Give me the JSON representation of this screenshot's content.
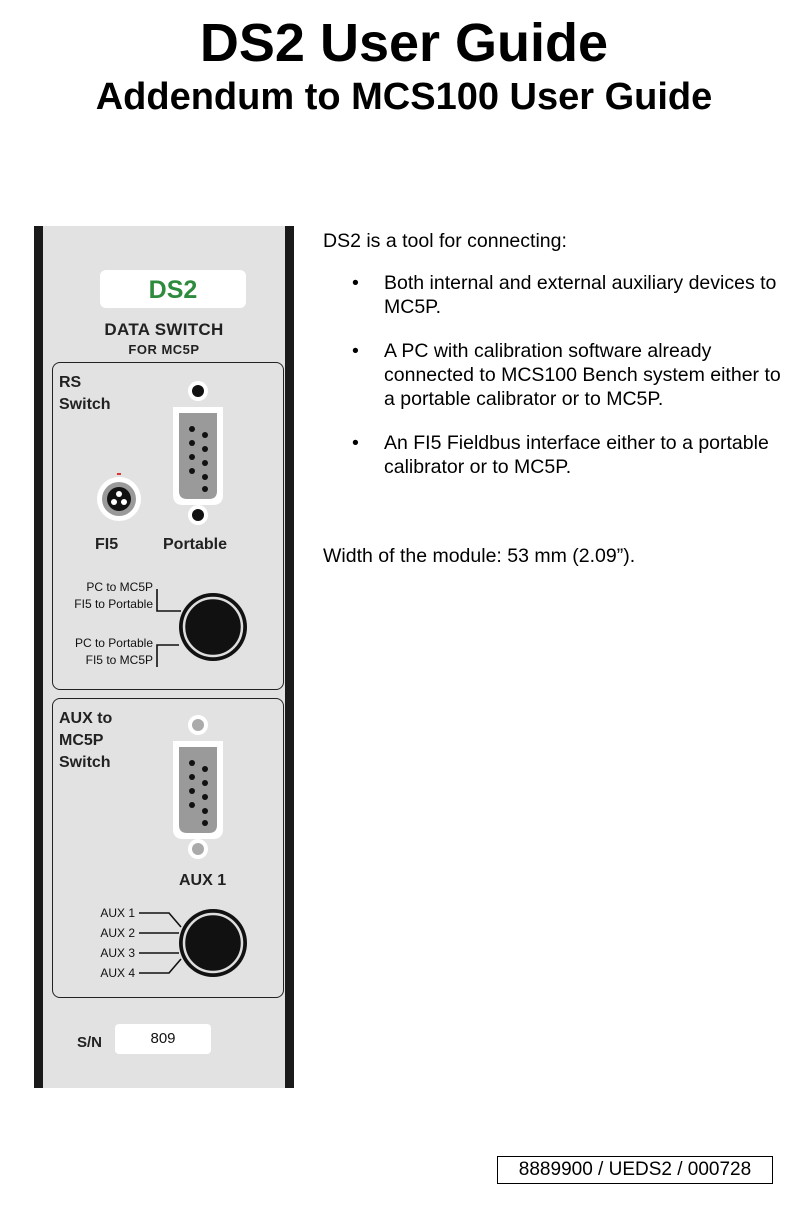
{
  "header": {
    "title": "DS2 User Guide",
    "subtitle": "Addendum to MCS100 User Guide"
  },
  "module": {
    "logo": "DS2",
    "name_line1": "DATA SWITCH",
    "name_line2": "FOR MC5P",
    "rs_section": {
      "label_line1": "RS",
      "label_line2": "Switch",
      "fi5_label": "FI5",
      "portable_label": "Portable",
      "switch_positions": [
        "PC to MC5P",
        "FI5 to Portable",
        "PC to Portable",
        "FI5 to MC5P"
      ]
    },
    "aux_section": {
      "label_line1": "AUX to",
      "label_line2": "MC5P",
      "label_line3": "Switch",
      "connector_label": "AUX 1",
      "switch_positions": [
        "AUX 1",
        "AUX 2",
        "AUX 3",
        "AUX 4"
      ]
    },
    "serial": {
      "label": "S/N",
      "value": "809"
    }
  },
  "content": {
    "intro": "DS2 is a tool for connecting:",
    "bullets": [
      "Both internal and external auxiliary devices to MC5P.",
      "A PC with calibration software already connected to MCS100 Bench system either to a portable calibrator or to MC5P.",
      "An FI5 Fieldbus interface either to a portable calibrator or to MC5P."
    ],
    "bullet_symbol": "•",
    "width_note": "Width of the module: 53 mm (2.09”)."
  },
  "footer": {
    "doc_number": "8889900 / UEDS2 / 000728"
  },
  "colors": {
    "logo_green": "#2e8b3e",
    "panel_gray": "#e2e2e2",
    "panel_border": "#1a1a1a"
  }
}
